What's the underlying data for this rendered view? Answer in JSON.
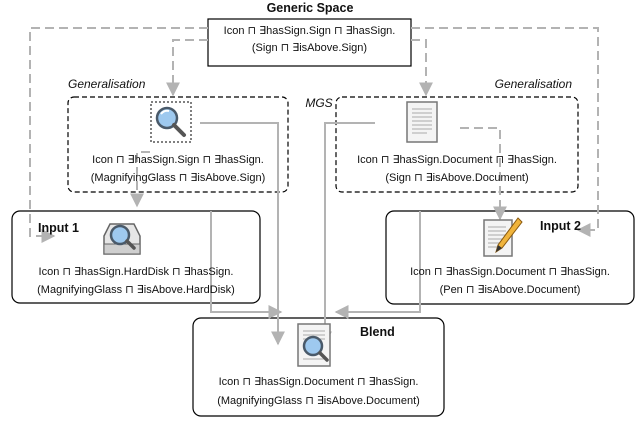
{
  "generic_space": {
    "title": "Generic Space",
    "line1": "Icon ⊓ ∃hasSign.Sign ⊓ ∃hasSign.",
    "line2": "(Sign ⊓ ∃isAbove.Sign)"
  },
  "mgs_label": "MGS",
  "gen_left": {
    "label": "Generalisation",
    "line1": "Icon ⊓ ∃hasSign.Sign ⊓ ∃hasSign.",
    "line2": "(MagnifyingGlass ⊓ ∃isAbove.Sign)"
  },
  "gen_right": {
    "label": "Generalisation",
    "line1": "Icon ⊓ ∃hasSign.Document ⊓ ∃hasSign.",
    "line2": "(Sign ⊓ ∃isAbove.Document)"
  },
  "input1": {
    "title": "Input 1",
    "line1": "Icon ⊓ ∃hasSign.HardDisk ⊓ ∃hasSign.",
    "line2": "(MagnifyingGlass ⊓ ∃isAbove.HardDisk)"
  },
  "input2": {
    "title": "Input 2",
    "line1": "Icon ⊓ ∃hasSign.Document ⊓ ∃hasSign.",
    "line2": "(Pen ⊓ ∃isAbove.Document)"
  },
  "blend": {
    "title": "Blend",
    "line1": "Icon ⊓ ∃hasSign.Document ⊓ ∃hasSign.",
    "line2": "(MagnifyingGlass ⊓ ∃isAbove.Document)"
  },
  "icons": {
    "gen_left": "magnifying-glass-icon",
    "gen_right": "document-icon",
    "input1": "hard-disk-magnifier-icon",
    "input2": "document-pen-icon",
    "blend": "document-magnifier-icon"
  },
  "colors": {
    "arrow": "#b3b3b3",
    "box_border": "#000000",
    "lens": "#9ec9ef"
  }
}
